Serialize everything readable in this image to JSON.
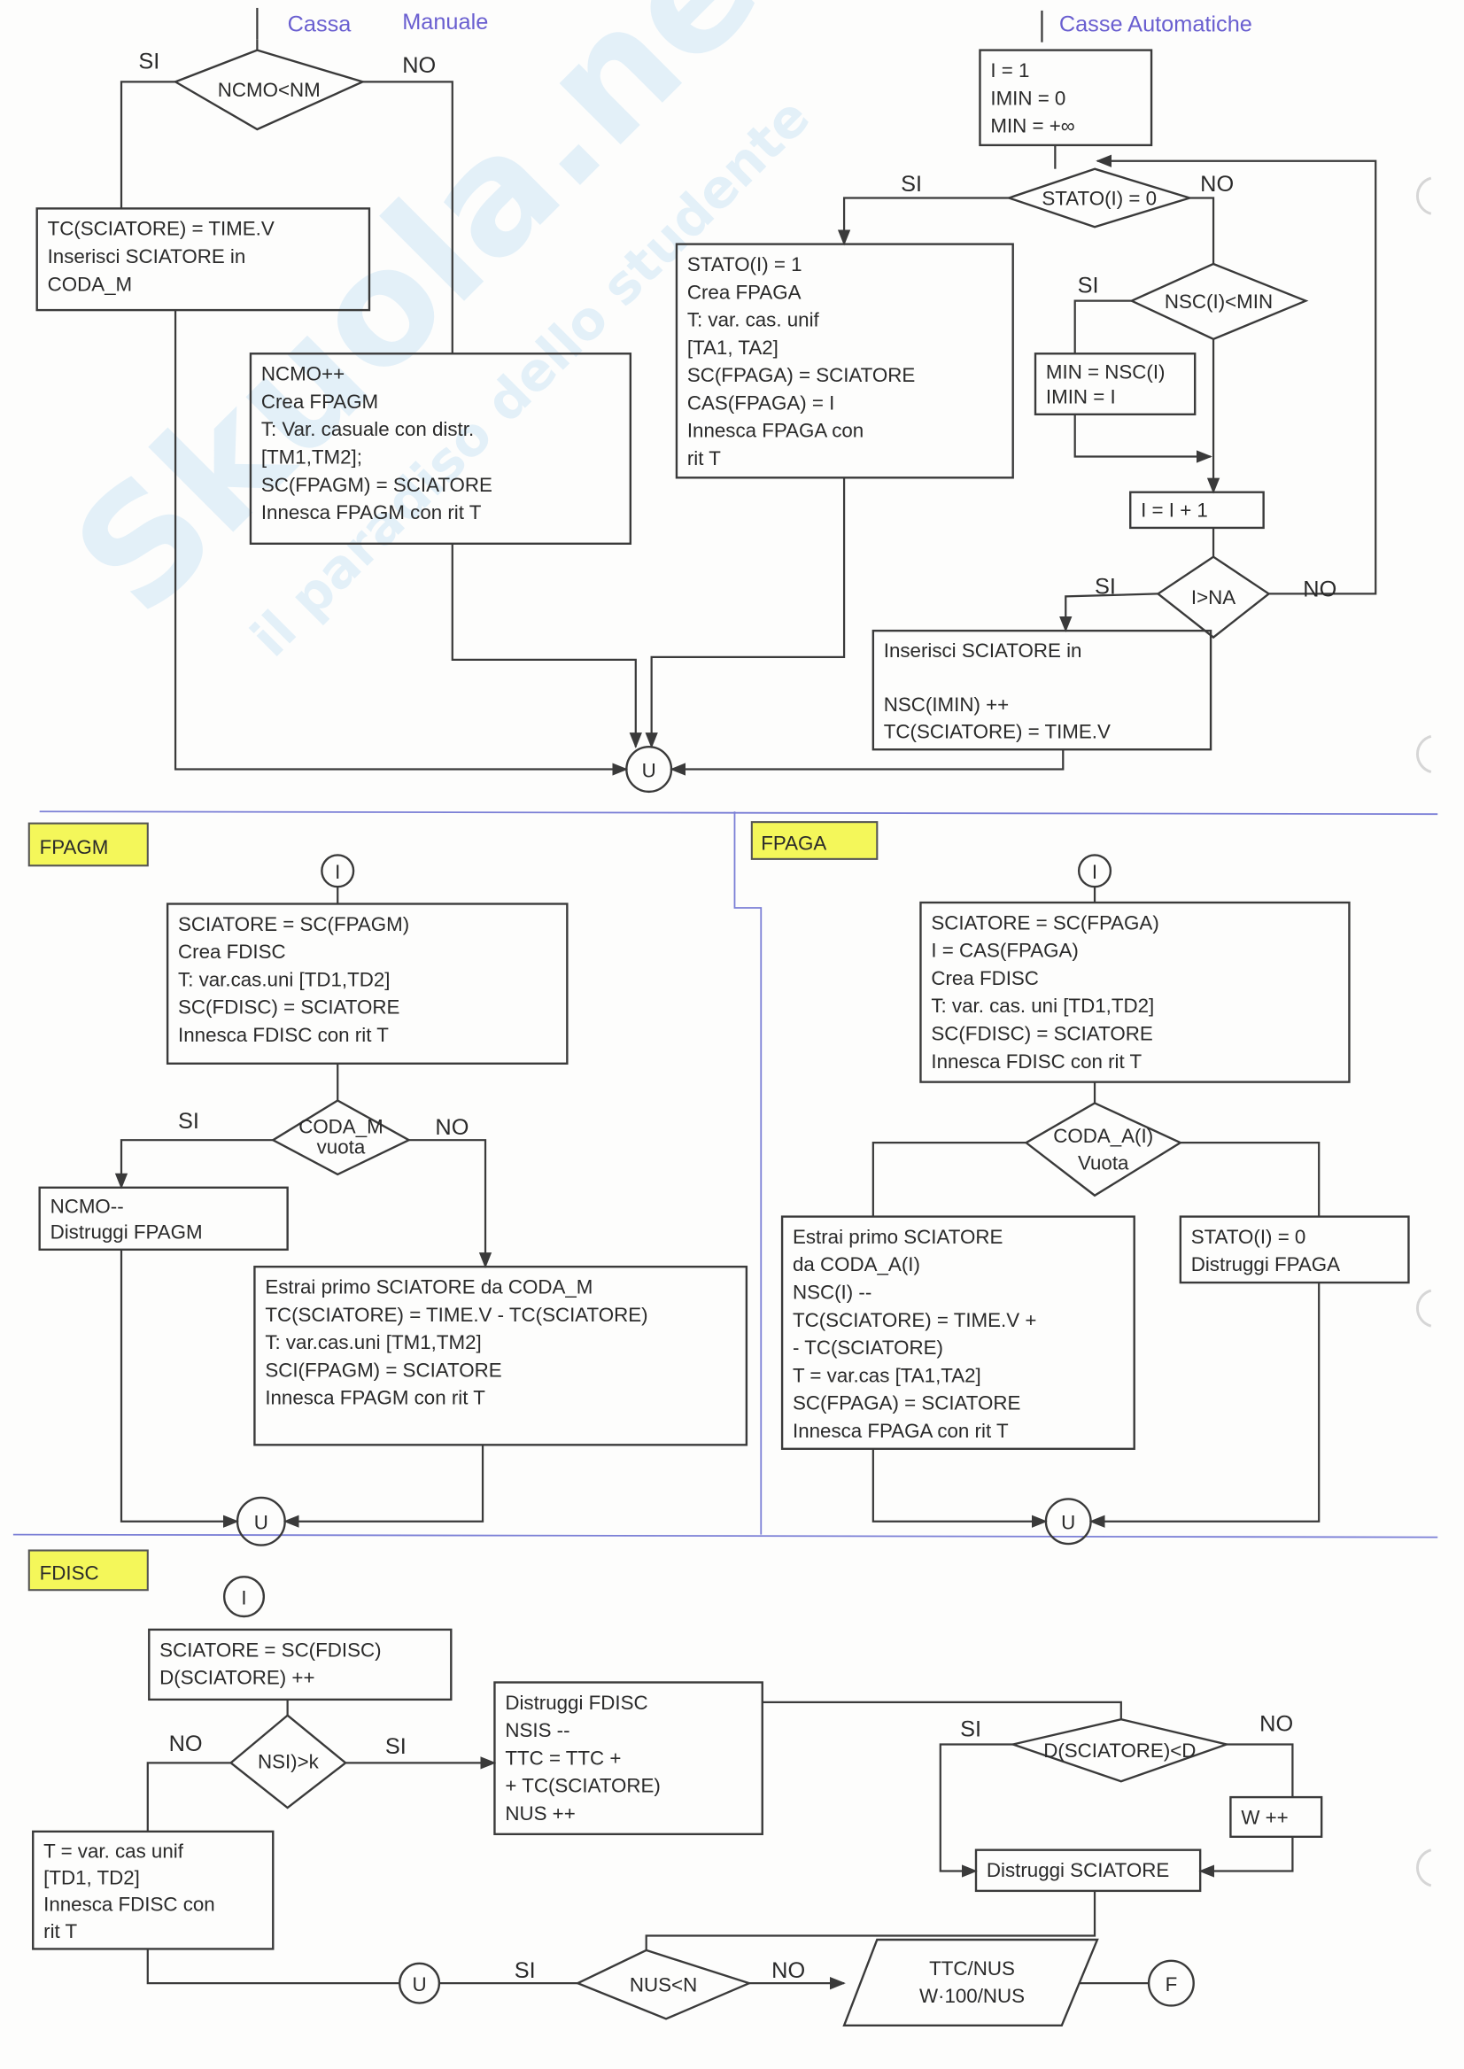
{
  "headers": {
    "manual_a": "Cassa",
    "manual_b": "Manuale",
    "automatic": "Casse Automatiche"
  },
  "sections": {
    "fpagm": "FPAGM",
    "fpaga": "FPAGA",
    "fdisc": "FDISC"
  },
  "watermark": {
    "brand": "Skuola.net",
    "tagline": "il paradiso dello studente"
  },
  "nodes": {
    "m_dec": [
      "NCMO<NM"
    ],
    "m_yes": [
      "TC(SCIATORE) = TIME.V",
      "Inserisci SCIATORE in",
      "CODA_M"
    ],
    "m_no": [
      "NCMO++",
      "Crea FPAGM",
      "T: Var. casuale con distr.",
      "[TM1,TM2];",
      "SC(FPAGM) = SCIATORE",
      "Innesca FPAGM con rit T"
    ],
    "a_init": [
      "I = 1",
      "IMIN = 0",
      "MIN = +∞"
    ],
    "a_dec_stato": [
      "STATO(I) = 0"
    ],
    "a_free": [
      "STATO(I) = 1",
      "Crea FPAGA",
      "T: var. cas. unif",
      "[TA1, TA2]",
      "SC(FPAGA) = SCIATORE",
      "CAS(FPAGA) = I",
      "Innesca FPAGA con",
      "rit T"
    ],
    "a_dec_min": [
      "NSC(I)<MIN"
    ],
    "a_min": [
      "MIN = NSC(I)",
      "IMIN = I"
    ],
    "a_inc": [
      "I = I + 1"
    ],
    "a_dec_na": [
      "I>NA"
    ],
    "a_queue": [
      "Inserisci SCIATORE in",
      "",
      "NSC(IMIN) ++",
      "TC(SCIATORE) = TIME.V"
    ],
    "pm_start": [
      "SCIATORE = SC(FPAGM)",
      "Crea FDISC",
      "T: var.cas.uni [TD1,TD2]",
      "SC(FDISC) = SCIATORE",
      "Innesca FDISC con rit T"
    ],
    "pm_dec": [
      "CODA_M",
      "vuota"
    ],
    "pm_yes": [
      "NCMO--",
      "Distruggi FPAGM"
    ],
    "pm_no": [
      "Estrai primo SCIATORE da CODA_M",
      "TC(SCIATORE) = TIME.V - TC(SCIATORE)",
      "T: var.cas.uni [TM1,TM2]",
      "SCI(FPAGM) = SCIATORE",
      "Innesca FPAGM con rit T"
    ],
    "pa_start": [
      "SCIATORE = SC(FPAGA)",
      "I = CAS(FPAGA)",
      "Crea FDISC",
      "T: var. cas. uni [TD1,TD2]",
      "SC(FDISC) = SCIATORE",
      "Innesca FDISC con rit T"
    ],
    "pa_dec": [
      "CODA_A(I)",
      "Vuota"
    ],
    "pa_no": [
      "Estrai primo SCIATORE",
      "da CODA_A(I)",
      "NSC(I) --",
      "TC(SCIATORE) = TIME.V +",
      "- TC(SCIATORE)",
      "T = var.cas [TA1,TA2]",
      "SC(FPAGA) = SCIATORE",
      "Innesca FPAGA con rit T"
    ],
    "pa_yes": [
      "STATO(I) = 0",
      "Distruggi FPAGA"
    ],
    "d_start": [
      "SCIATORE = SC(FDISC)",
      "D(SCIATORE) ++"
    ],
    "d_dec_k": [
      "NSI)>k"
    ],
    "d_no": [
      "T = var. cas unif",
      "[TD1, TD2]",
      "Innesca FDISC con",
      "rit T"
    ],
    "d_yes": [
      "Distruggi FDISC",
      "NSIS --",
      "TTC = TTC +",
      "+ TC(SCIATORE)",
      "NUS ++"
    ],
    "d_dec_d": [
      "D(SCIATORE)<D"
    ],
    "d_w": [
      "W ++"
    ],
    "d_destroy": [
      "Distruggi SCIATORE"
    ],
    "d_dec_nus": [
      "NUS<N"
    ],
    "d_out": [
      "TTC/NUS",
      "W·100/NUS"
    ]
  },
  "connectors": {
    "start": "I",
    "join": "U",
    "end": "F"
  },
  "edge_labels": {
    "yes": "SI",
    "no": "NO"
  }
}
